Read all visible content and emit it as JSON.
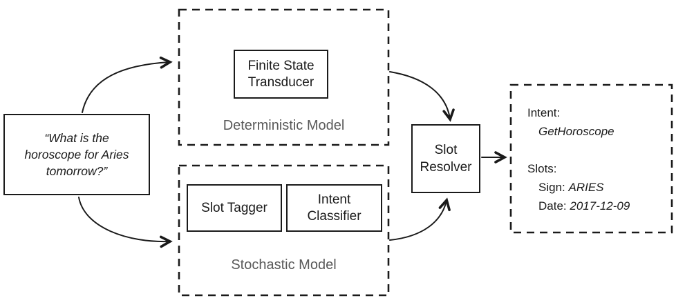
{
  "diagram": {
    "input_box": {
      "line1": "“What is the",
      "line2": "horoscope for Aries",
      "line3": "tomorrow?”"
    },
    "deterministic": {
      "label": "Deterministic Model",
      "fst_line1": "Finite State",
      "fst_line2": "Transducer"
    },
    "stochastic": {
      "label": "Stochastic Model",
      "slot_tagger": "Slot Tagger",
      "intent_classifier_line1": "Intent",
      "intent_classifier_line2": "Classifier"
    },
    "slot_resolver": {
      "line1": "Slot",
      "line2": "Resolver"
    },
    "output": {
      "intent_label": "Intent:",
      "intent_value": "GetHoroscope",
      "slots_label": "Slots:",
      "sign_label": "Sign:",
      "sign_value": "ARIES",
      "date_label": "Date:",
      "date_value": "2017-12-09"
    },
    "colors": {
      "line": "#1a1a1a",
      "muted_label": "#595959",
      "background": "#ffffff"
    }
  }
}
